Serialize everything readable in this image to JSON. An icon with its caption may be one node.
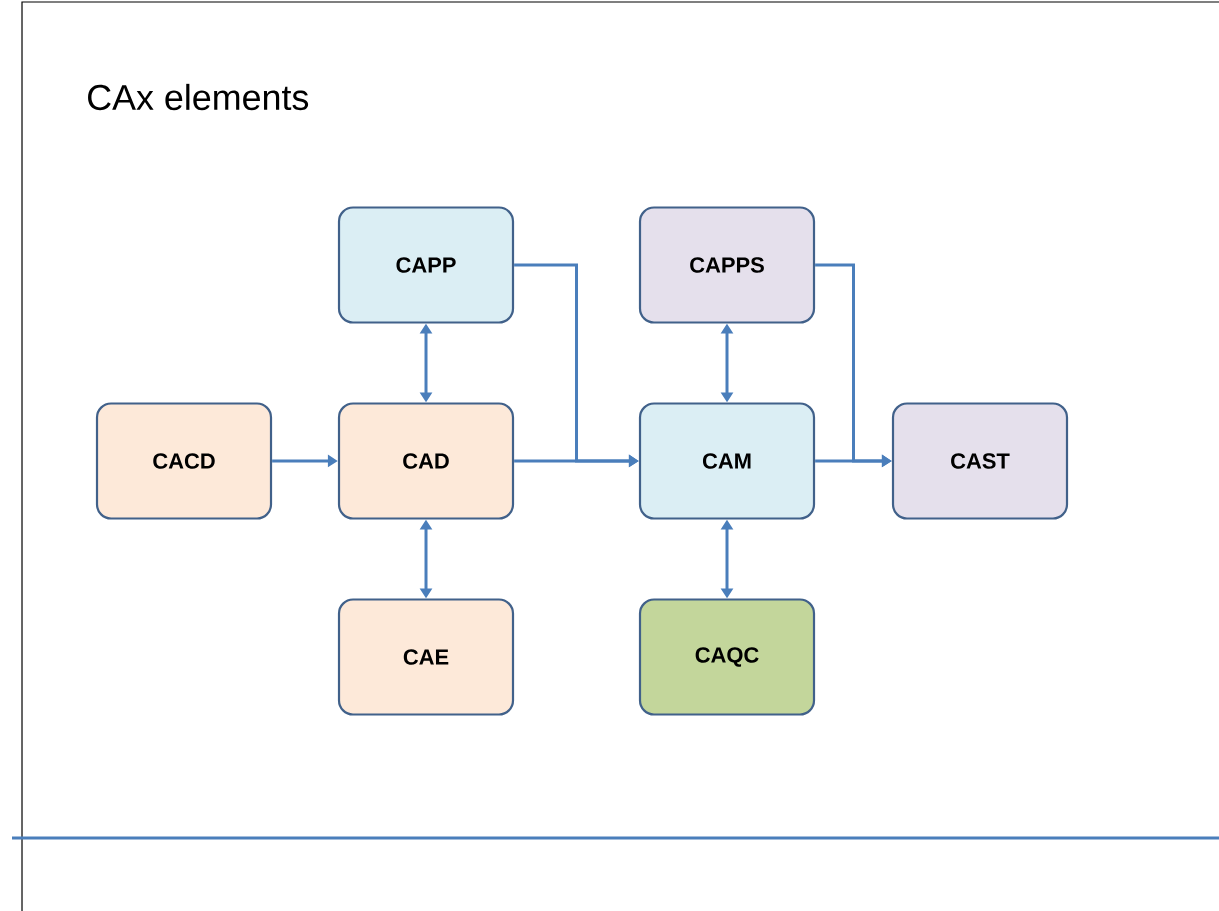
{
  "diagram": {
    "title": "CAx elements",
    "nodes": [
      {
        "text": [
          "CAPP"
        ]
      },
      {
        "text": [
          "CAPPS"
        ]
      },
      {
        "text": [
          "CACD"
        ]
      },
      {
        "text": [
          "CAD"
        ]
      },
      {
        "text": [
          "CAM"
        ]
      },
      {
        "text": [
          "CAST"
        ]
      },
      {
        "text": [
          "CAE"
        ]
      },
      {
        "text": [
          "CAQC"
        ]
      }
    ],
    "edges": [
      {
        "from": 2,
        "to": 3,
        "arrow": "to"
      },
      {
        "from": 3,
        "to": 0,
        "arrow": "both"
      },
      {
        "from": 3,
        "to": 6,
        "arrow": "both"
      },
      {
        "from": 3,
        "to": 4,
        "arrow": "to"
      },
      {
        "from": 0,
        "to": 4,
        "arrow": "to"
      },
      {
        "from": 4,
        "to": 1,
        "arrow": "both"
      },
      {
        "from": 4,
        "to": 7,
        "arrow": "both"
      },
      {
        "from": 4,
        "to": 5,
        "arrow": "to"
      },
      {
        "from": 1,
        "to": 5,
        "arrow": "to"
      }
    ]
  }
}
